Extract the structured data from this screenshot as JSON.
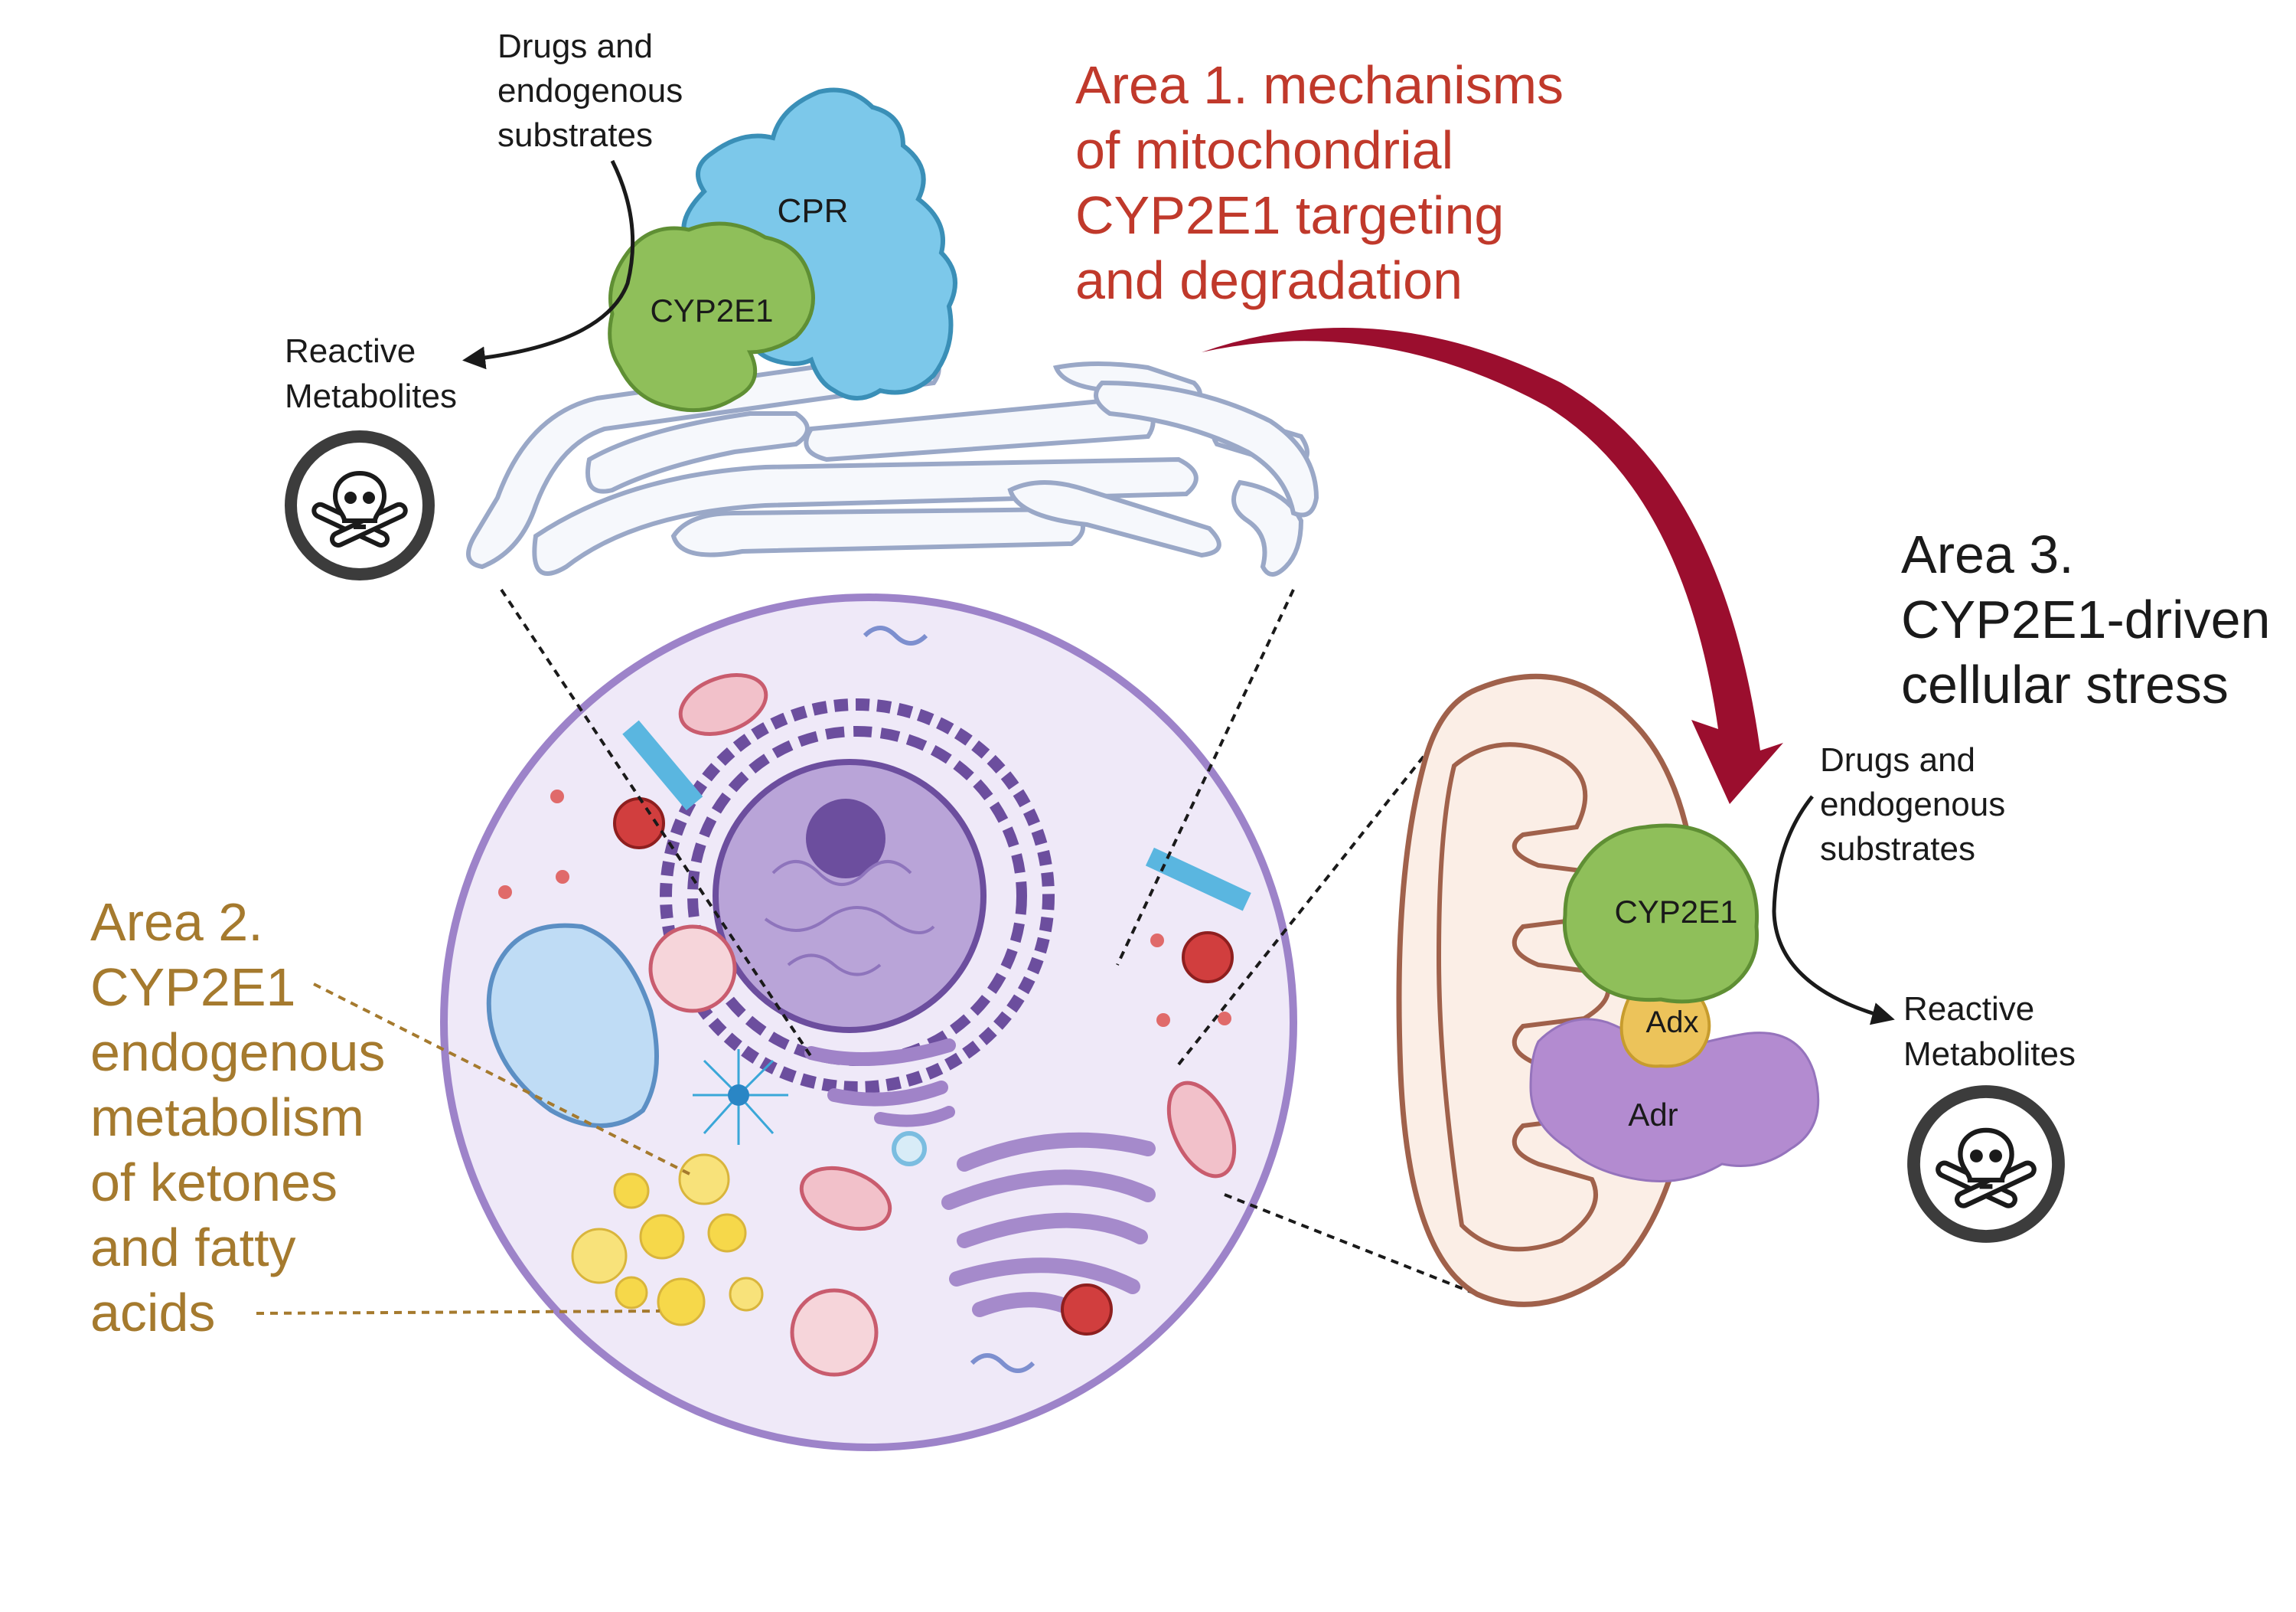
{
  "area1": {
    "title_lines": [
      "Area 1. mechanisms",
      "of mitochondrial",
      "CYP2E1 targeting",
      "and degradation"
    ],
    "color": "#c0392b"
  },
  "area2": {
    "title_lines": [
      "Area 2.",
      "CYP2E1",
      "endogenous",
      "metabolism",
      "of ketones",
      "and fatty",
      "acids"
    ],
    "color": "#a57a2e"
  },
  "area3": {
    "title_lines": [
      "Area 3.",
      "CYP2E1-driven",
      "cellular stress"
    ],
    "color": "#1a1a1a"
  },
  "er_panel": {
    "substrates_lines": [
      "Drugs and",
      "endogenous",
      "substrates"
    ],
    "metabolites_lines": [
      "Reactive",
      "Metabolites"
    ],
    "cpr_label": "CPR",
    "cyp_label": "CYP2E1",
    "hazard_icon": "skull-crossbones-icon"
  },
  "mito_panel": {
    "substrates_lines": [
      "Drugs and",
      "endogenous",
      "substrates"
    ],
    "metabolites_lines": [
      "Reactive",
      "Metabolites"
    ],
    "cyp_label": "CYP2E1",
    "adx_label": "Adx",
    "adr_label": "Adr",
    "hazard_icon": "skull-crossbones-icon"
  },
  "colors": {
    "cpr": "#7cc8ea",
    "cyp": "#8fbf5a",
    "adx": "#ecc35a",
    "adr": "#b38bd0",
    "er_membrane": "#9aa8c7",
    "mito_outline": "#a0614b",
    "cell_fill": "#efe9f8",
    "cell_outline": "#9d83c9",
    "arrow_red": "#9b0e2e"
  }
}
